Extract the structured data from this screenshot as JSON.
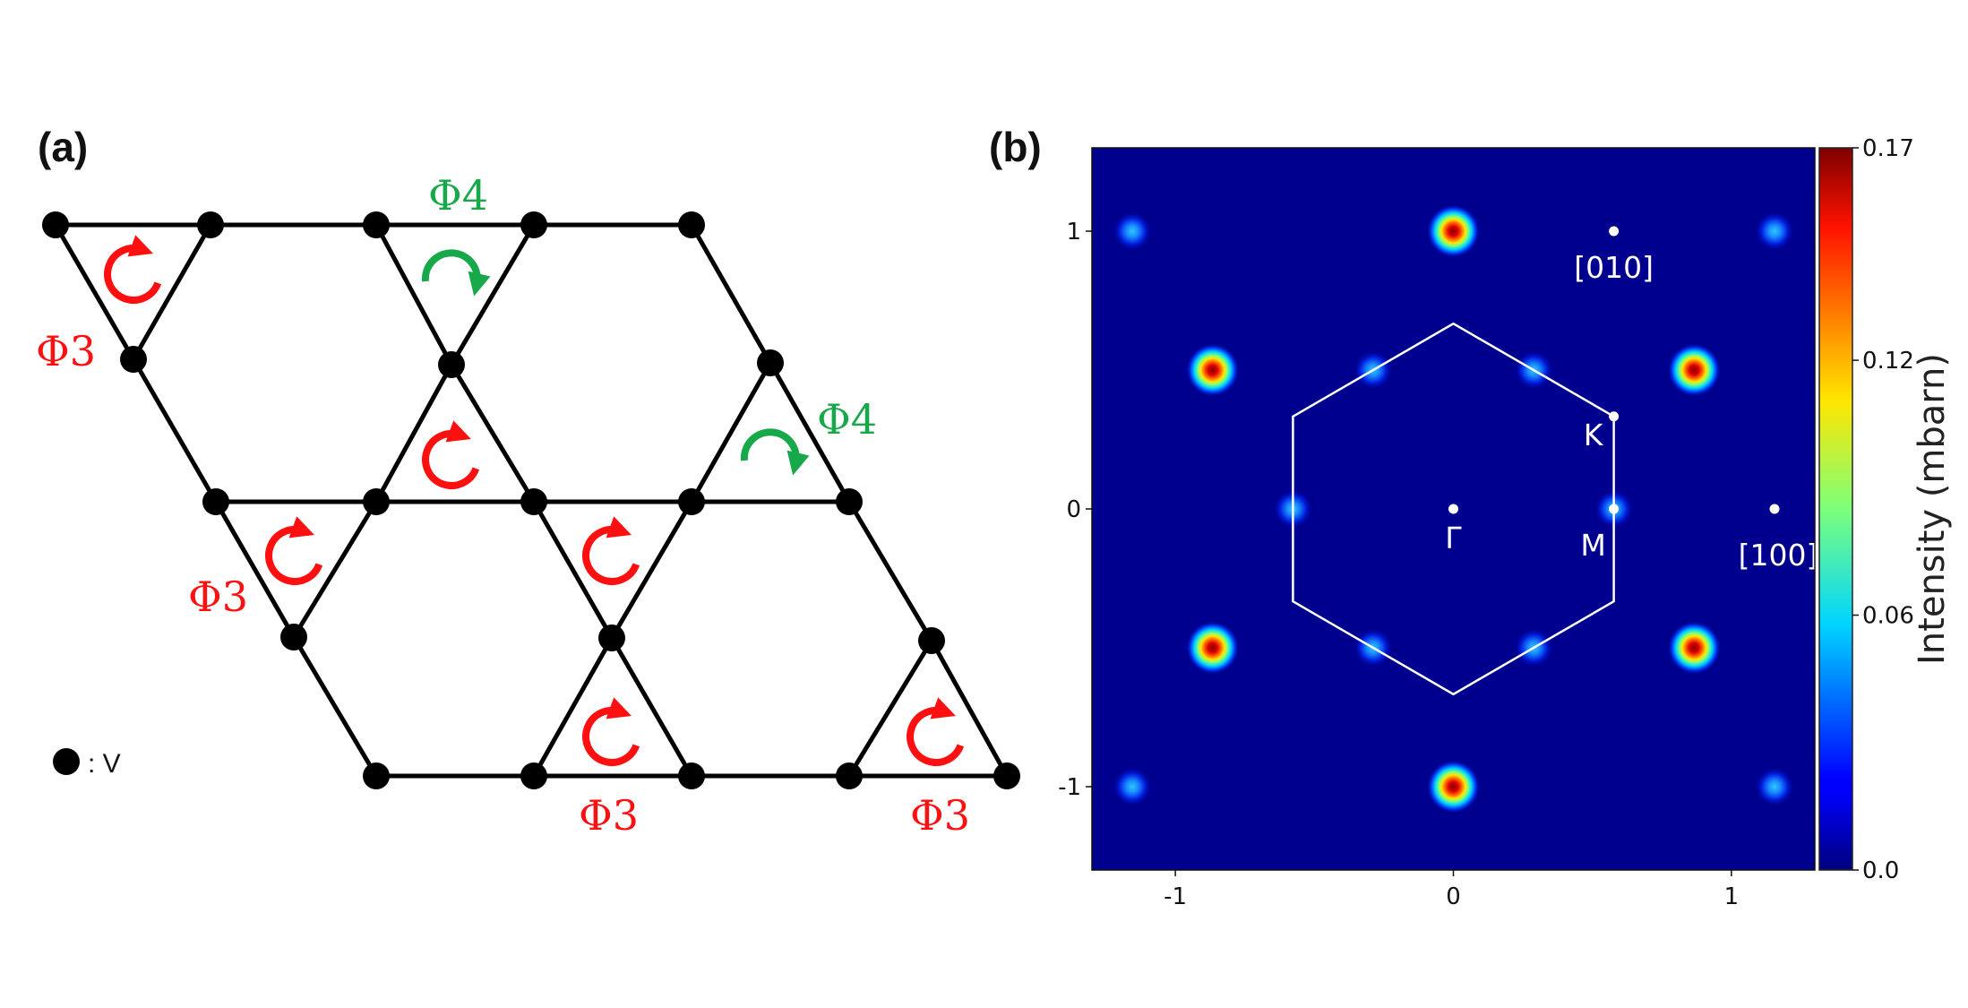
{
  "panel_a": {
    "label": "(a)",
    "legend_text": ": V",
    "loop_labels": [
      {
        "text": "Φ3",
        "color": "#ff1010"
      },
      {
        "text": "Φ4",
        "color": "#17a84a"
      },
      {
        "text": "Φ4",
        "color": "#17a84a"
      },
      {
        "text": "Φ3",
        "color": "#ff1010"
      },
      {
        "text": "Φ3",
        "color": "#ff1010"
      },
      {
        "text": "Φ3",
        "color": "#ff1010"
      }
    ],
    "colors": {
      "phi3": "#ff1010",
      "phi4": "#17a84a",
      "site": "#000000"
    }
  },
  "panel_b": {
    "label": "(b)",
    "x_ticks": [
      "-1",
      "0",
      "1"
    ],
    "y_ticks": [
      "1",
      "0",
      "-1"
    ],
    "points": [
      {
        "name": "Γ",
        "label": "Γ"
      },
      {
        "name": "M",
        "label": "M"
      },
      {
        "name": "K",
        "label": "K"
      },
      {
        "name": "010",
        "label": "[010]"
      },
      {
        "name": "100",
        "label": "[100]"
      }
    ],
    "colorbar": {
      "title": "Intensity (mbarn)",
      "ticks": [
        "0.17",
        "0.12",
        "0.06",
        "0.0"
      ],
      "colormap": "jet",
      "range": [
        0.0,
        0.17
      ]
    },
    "background_color": "#00008f"
  },
  "chart_data": {
    "type": "heatmap",
    "title": "",
    "xlabel": "",
    "ylabel": "",
    "xlim": [
      -1.3,
      1.3
    ],
    "ylim": [
      -1.3,
      1.3
    ],
    "zlim": [
      0.0,
      0.17
    ],
    "zlabel": "Intensity (mbarn)",
    "colormap": "jet",
    "peaks": [
      {
        "x": 0.0,
        "y": 1.0,
        "value": 0.17
      },
      {
        "x": 0.0,
        "y": -1.0,
        "value": 0.17
      },
      {
        "x": -0.866,
        "y": 0.5,
        "value": 0.17
      },
      {
        "x": 0.866,
        "y": 0.5,
        "value": 0.17
      },
      {
        "x": -0.866,
        "y": -0.5,
        "value": 0.17
      },
      {
        "x": 0.866,
        "y": -0.5,
        "value": 0.17
      },
      {
        "x": 0.577,
        "y": 0.0,
        "value": 0.05
      },
      {
        "x": -0.577,
        "y": 0.0,
        "value": 0.05
      },
      {
        "x": 0.289,
        "y": 0.5,
        "value": 0.05
      },
      {
        "x": -0.289,
        "y": 0.5,
        "value": 0.05
      },
      {
        "x": 0.289,
        "y": -0.5,
        "value": 0.05
      },
      {
        "x": -0.289,
        "y": -0.5,
        "value": 0.05
      },
      {
        "x": -1.155,
        "y": 1.0,
        "value": 0.05
      },
      {
        "x": 1.155,
        "y": 1.0,
        "value": 0.05
      },
      {
        "x": -1.155,
        "y": -1.0,
        "value": 0.05
      },
      {
        "x": 1.155,
        "y": -1.0,
        "value": 0.05
      }
    ],
    "brillouin_zone": [
      [
        0.0,
        0.667
      ],
      [
        0.577,
        0.333
      ],
      [
        0.577,
        -0.333
      ],
      [
        0.0,
        -0.667
      ],
      [
        -0.577,
        -0.333
      ],
      [
        -0.577,
        0.333
      ]
    ],
    "marked_points": [
      {
        "label": "Γ",
        "x": 0.0,
        "y": 0.0
      },
      {
        "label": "M",
        "x": 0.577,
        "y": 0.0
      },
      {
        "label": "K",
        "x": 0.577,
        "y": 0.333
      },
      {
        "label": "[010]",
        "x": 0.577,
        "y": 1.0
      },
      {
        "label": "[100]",
        "x": 1.155,
        "y": 0.0
      }
    ]
  }
}
